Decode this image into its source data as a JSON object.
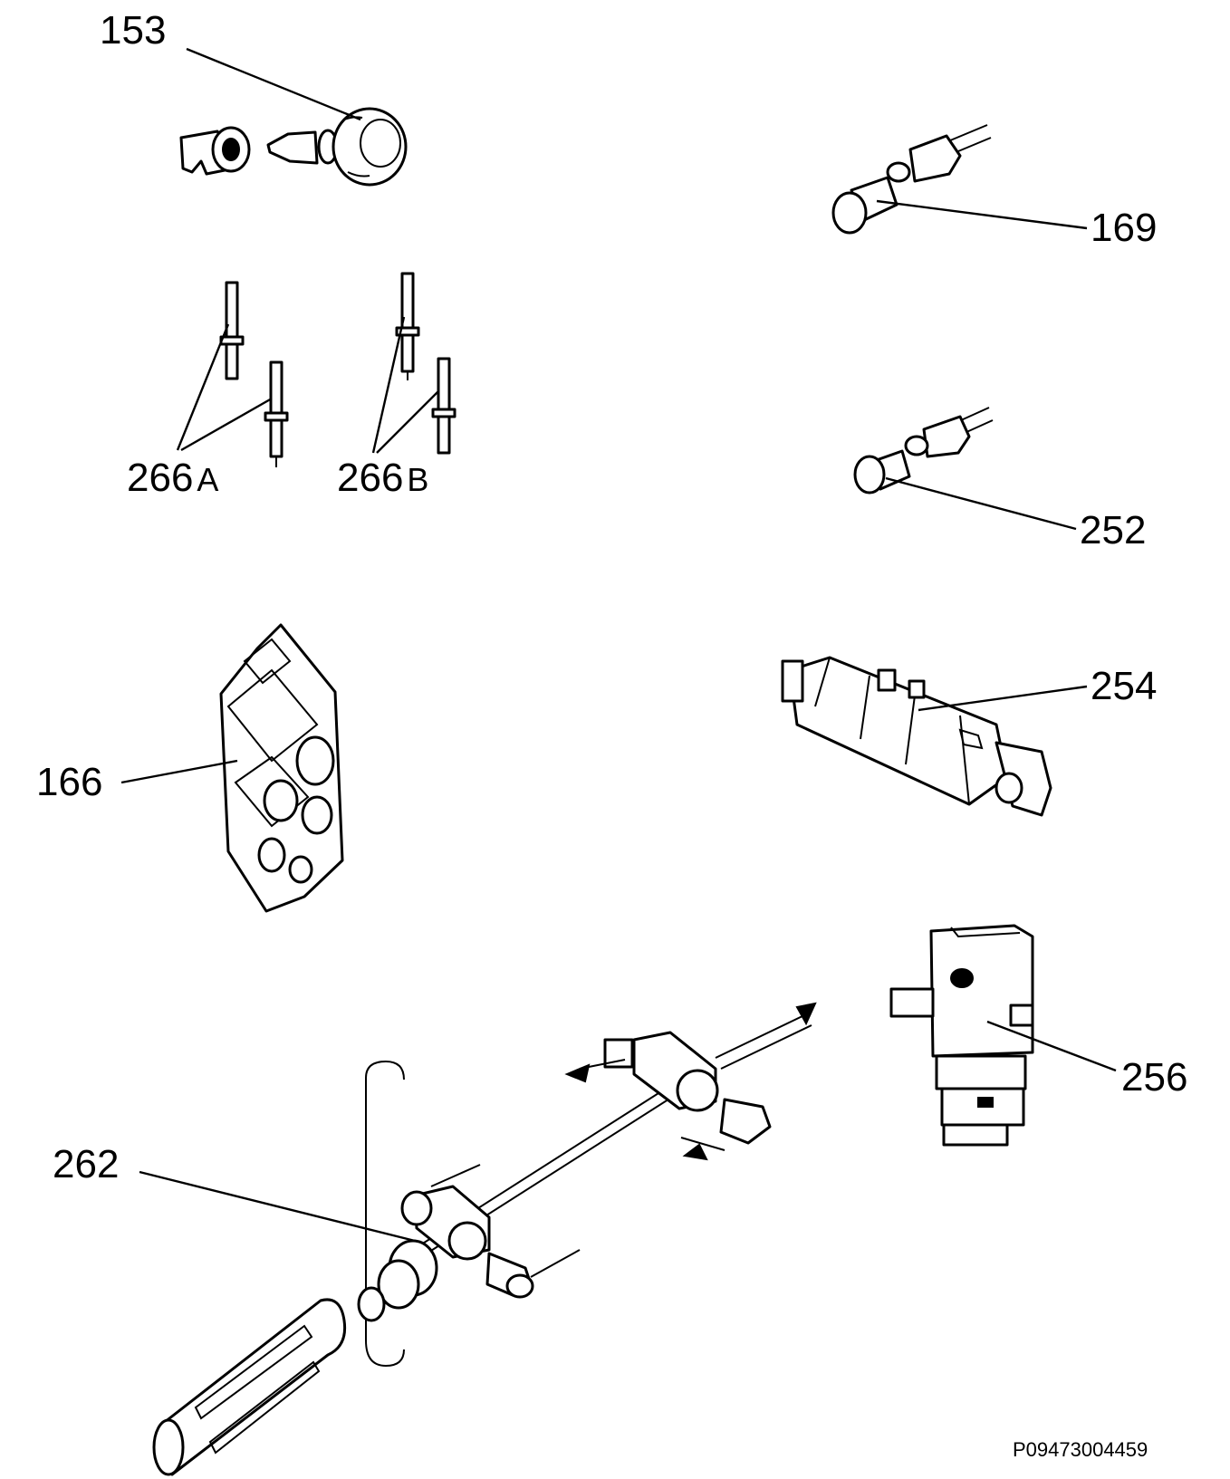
{
  "labels": {
    "p153": "153",
    "p169": "169",
    "p266a_num": "266",
    "p266a_suffix": "A",
    "p266b_num": "266",
    "p266b_suffix": "B",
    "p252": "252",
    "p254": "254",
    "p166": "166",
    "p256": "256",
    "p262": "262"
  },
  "reference_code": "P09473004459",
  "parts": [
    {
      "id": "153",
      "icon": "control-knob-icon"
    },
    {
      "id": "169",
      "icon": "ignition-button-icon"
    },
    {
      "id": "266A",
      "icon": "ignition-electrode-icon"
    },
    {
      "id": "266B",
      "icon": "ignition-electrode-icon"
    },
    {
      "id": "252",
      "icon": "push-button-icon"
    },
    {
      "id": "254",
      "icon": "gas-valve-ramp-icon"
    },
    {
      "id": "166",
      "icon": "switch-block-icon"
    },
    {
      "id": "256",
      "icon": "ignition-generator-icon"
    },
    {
      "id": "262",
      "icon": "gas-tap-spindle-icon"
    }
  ]
}
